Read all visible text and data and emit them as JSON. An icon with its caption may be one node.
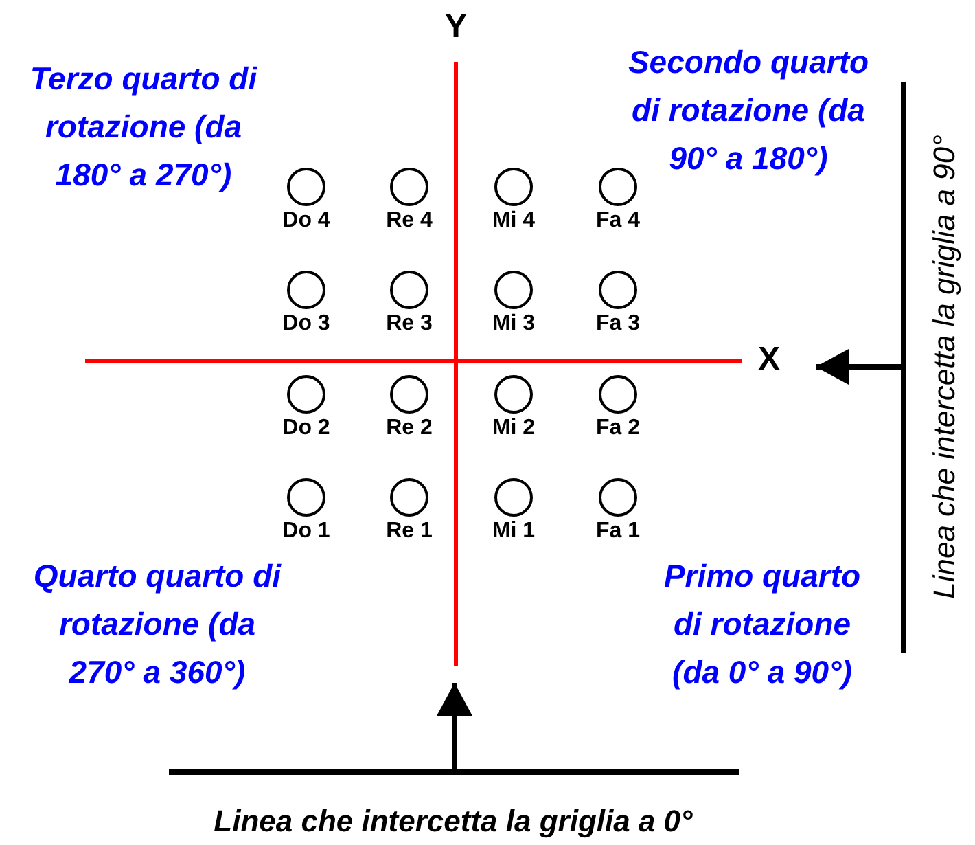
{
  "diagram": {
    "nodes": [
      {
        "text": [
          "Do 4"
        ]
      },
      {
        "text": [
          "Re 4"
        ]
      },
      {
        "text": [
          "Mi 4"
        ]
      },
      {
        "text": [
          "Fa 4"
        ]
      },
      {
        "text": [
          "Do 3"
        ]
      },
      {
        "text": [
          "Re 3"
        ]
      },
      {
        "text": [
          "Mi 3"
        ]
      },
      {
        "text": [
          "Fa 3"
        ]
      },
      {
        "text": [
          "Do 2"
        ]
      },
      {
        "text": [
          "Re 2"
        ]
      },
      {
        "text": [
          "Mi 2"
        ]
      },
      {
        "text": [
          "Fa 2"
        ]
      },
      {
        "text": [
          "Do 1"
        ]
      },
      {
        "text": [
          "Re 1"
        ]
      },
      {
        "text": [
          "Mi 1"
        ]
      },
      {
        "text": [
          "Fa 1"
        ]
      },
      {
        "text": [],
        "shape": "bar",
        "beside": [
          "Linea che intercetta la griglia a 90°"
        ]
      },
      {
        "text": [],
        "shape": "bar",
        "beside": [
          "Linea che intercetta la griglia a 0°"
        ]
      }
    ],
    "edges": [
      {
        "from": 16,
        "to": null,
        "arrow": "to"
      },
      {
        "from": 17,
        "to": null,
        "arrow": "to"
      }
    ],
    "labels": [
      "Y",
      "Terzo quarto di rotazione (da 180° a 270°)",
      "Secondo quarto di rotazione (da 90° a 180°)",
      "X",
      "Quarto quarto di rotazione (da 270° a 360°)",
      "Primo quarto di rotazione (da 0° a 90°)"
    ]
  }
}
